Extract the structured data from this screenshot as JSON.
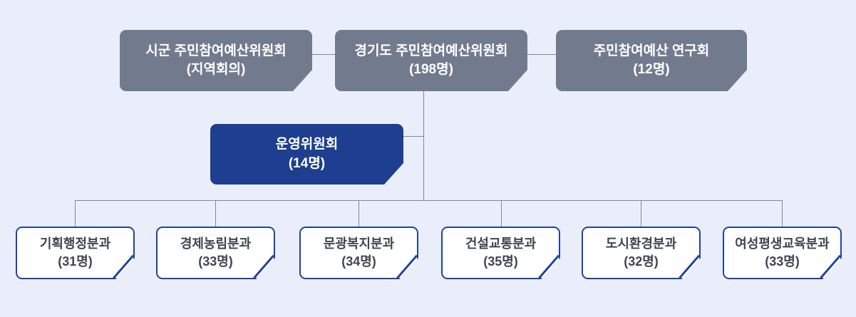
{
  "org": {
    "top": [
      {
        "line1": "시군 주민참여예산위원회",
        "line2": "(지역회의)"
      },
      {
        "line1": "경기도 주민참여예산위원회",
        "line2": "(198명)"
      },
      {
        "line1": "주민참여예산 연구회",
        "line2": "(12명)"
      }
    ],
    "steering": {
      "line1": "운영위원회",
      "line2": "(14명)"
    },
    "subcommittees": [
      {
        "line1": "기획행정분과",
        "line2": "(31명)"
      },
      {
        "line1": "경제농림분과",
        "line2": "(33명)"
      },
      {
        "line1": "문광복지분과",
        "line2": "(34명)"
      },
      {
        "line1": "건설교통분과",
        "line2": "(35명)"
      },
      {
        "line1": "도시환경분과",
        "line2": "(32명)"
      },
      {
        "line1": "여성평생교육분과",
        "line2": "(33명)"
      }
    ]
  },
  "colors": {
    "background": "#e9eefa",
    "gray_box": "#727b8e",
    "blue_box": "#1e3f8f",
    "white_box_border": "#21439f",
    "connector_line": "#7e879b",
    "light_text": "#ffffff",
    "dark_text": "#3e4451"
  }
}
